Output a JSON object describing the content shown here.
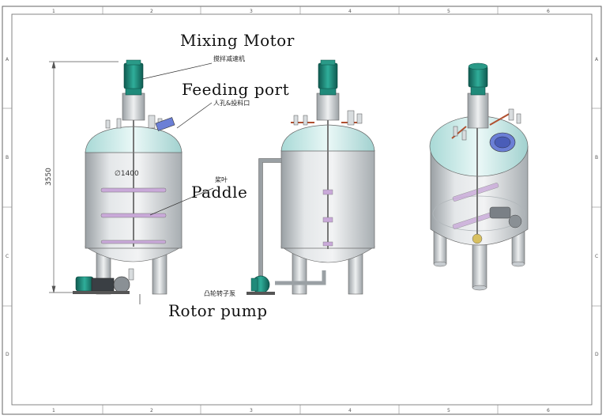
{
  "frame": {
    "columns": [
      "1",
      "2",
      "3",
      "4",
      "5",
      "6"
    ],
    "rows": [
      "A",
      "B",
      "C",
      "D"
    ]
  },
  "labels": {
    "mixing_motor": "Mixing Motor",
    "mixing_motor_cn": "搅拌减速机",
    "feeding_port": "Feeding port",
    "feeding_port_cn": "人孔&投料口",
    "paddle": "Paddle",
    "paddle_cn": "桨叶",
    "rotor_pump": "Rotor pump",
    "rotor_pump_cn": "凸轮转子泵"
  },
  "dimensions": {
    "height": "3550",
    "diameter": "∅1400"
  },
  "colors": {
    "tank_body": "#cfd3d6",
    "tank_head": "#d9efef",
    "motor": "#1f8a7a",
    "outline": "#444444",
    "paddle": "#c9a9d9"
  }
}
